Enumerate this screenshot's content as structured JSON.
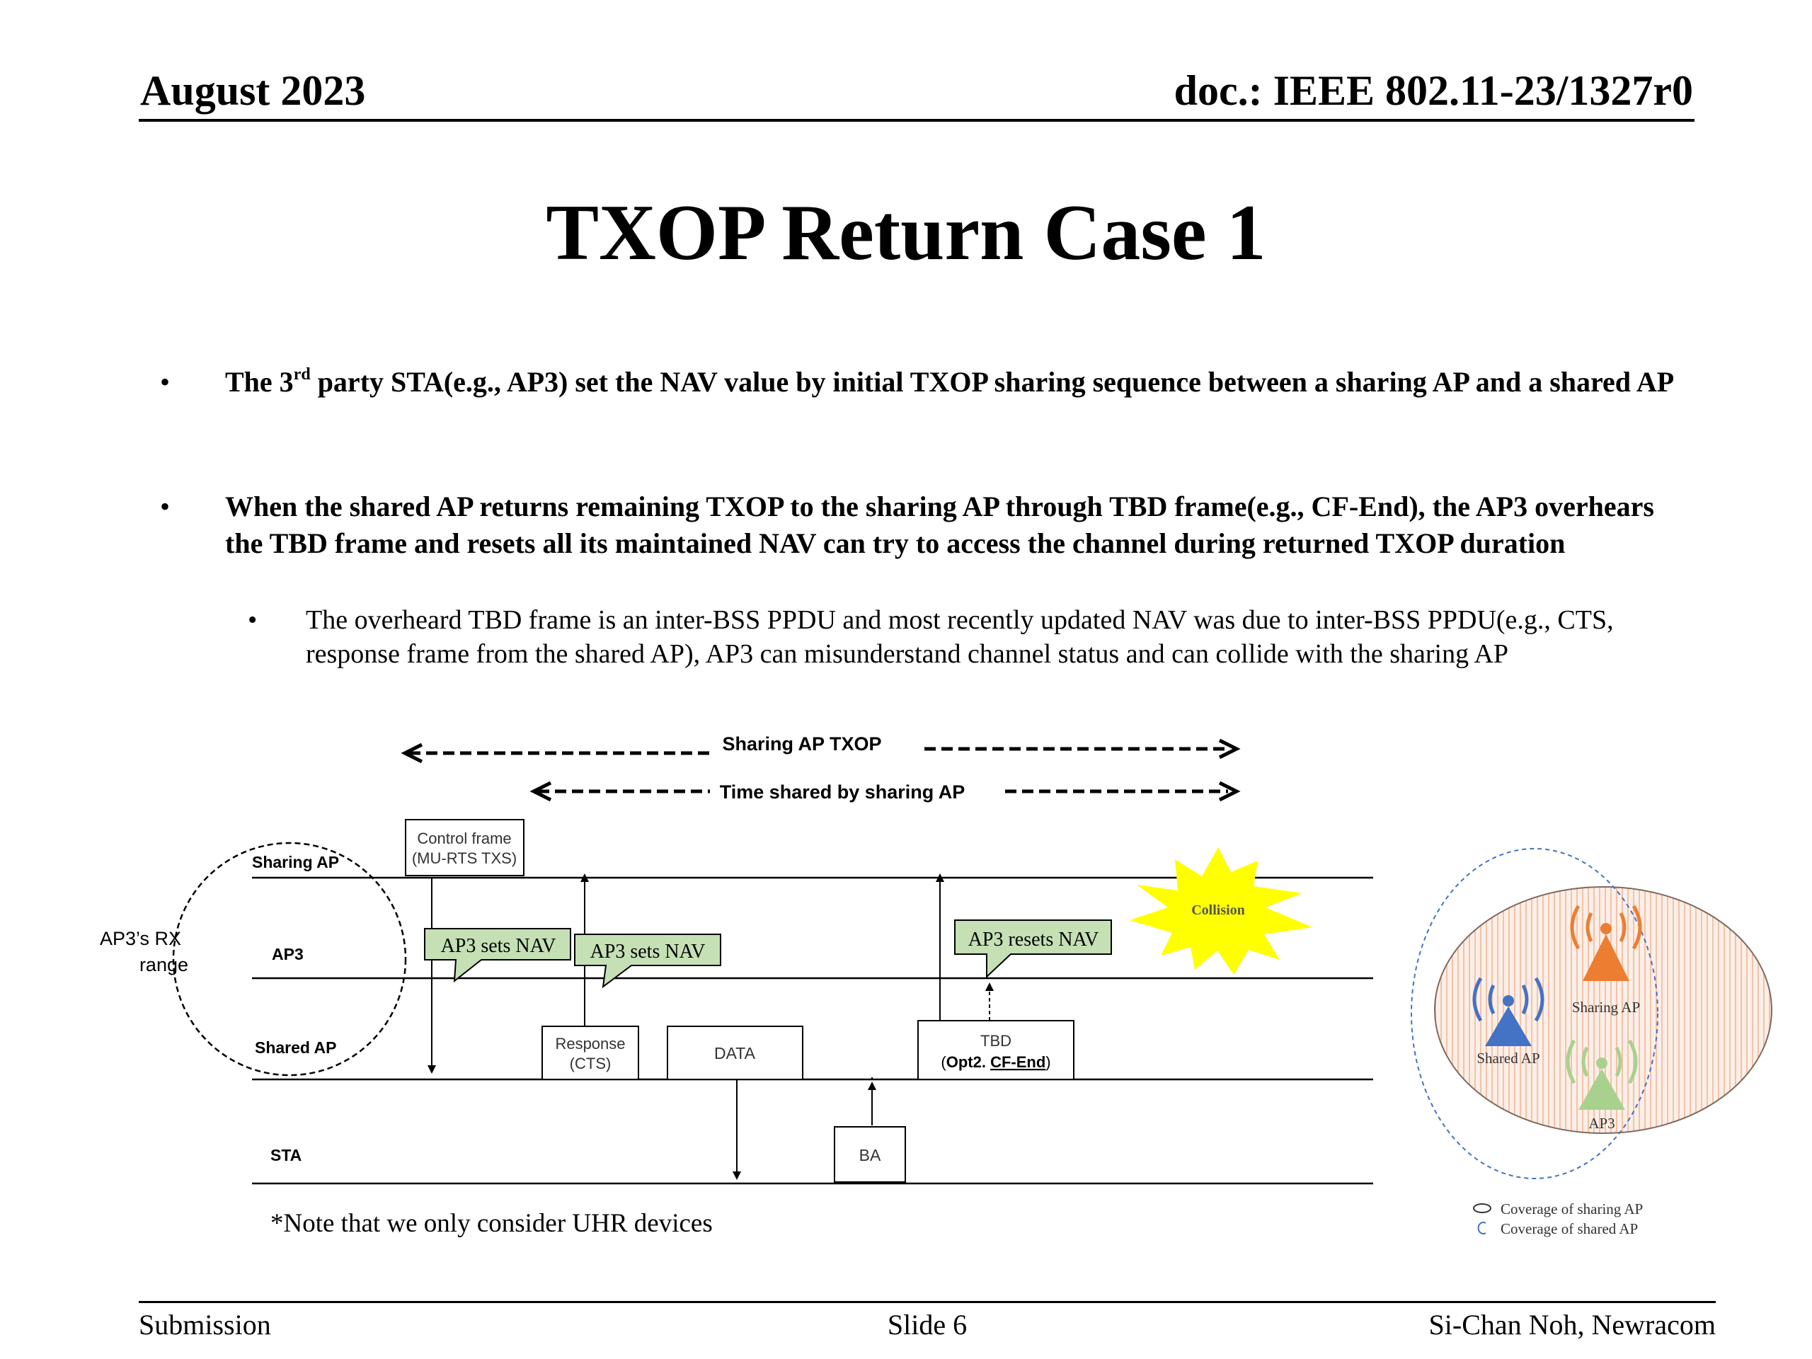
{
  "header": {
    "date": "August 2023",
    "doc": "doc.: IEEE 802.11-23/1327r0"
  },
  "title": "TXOP Return Case 1",
  "bullets": [
    {
      "pre": "The 3",
      "sup": "rd",
      "post": " party STA(e.g., AP3) set the NAV value by initial TXOP sharing sequence between a sharing AP and a shared AP"
    },
    {
      "text": "When the shared AP returns remaining TXOP to the sharing AP through TBD frame(e.g., CF-End), the AP3 overhears the TBD frame and resets all its maintained NAV can try to access the channel during returned TXOP duration"
    },
    {
      "text": "The overheard TBD frame is an inter-BSS PPDU and most recently updated NAV was due to inter-BSS PPDU(e.g., CTS, response frame from the shared AP), AP3 can misunderstand channel status and can collide with the sharing AP"
    }
  ],
  "bullet_glyph": "•",
  "diagram": {
    "sharing_txop": "Sharing AP TXOP",
    "time_shared": "Time shared by sharing AP",
    "rows": {
      "sharing_ap": "Sharing AP",
      "ap3": "AP3",
      "shared_ap": "Shared AP",
      "sta": "STA"
    },
    "rx_range_line1": "AP3’s RX",
    "rx_range_line2": "range",
    "control_frame_line1": "Control frame",
    "control_frame_line2": "(MU-RTS TXS)",
    "response_line1": "Response",
    "response_line2": "(CTS)",
    "data": "DATA",
    "ba": "BA",
    "tbd_line1": "TBD",
    "tbd_opt_prefix": "(",
    "tbd_opt": "Opt2.",
    "tbd_cfend": "CF-End",
    "tbd_opt_suffix": ")",
    "callouts": [
      "AP3 sets NAV",
      "AP3 sets NAV",
      "AP3 resets NAV"
    ],
    "collision": "Collision",
    "note": "*Note that we only consider UHR devices"
  },
  "coverage": {
    "sharing_ap": "Sharing AP",
    "shared_ap": "Shared AP",
    "ap3": "AP3",
    "legend_sharing": "Coverage of sharing AP",
    "legend_shared": "Coverage of shared AP",
    "colors": {
      "sharing": "#ed7d31",
      "shared": "#4472c4",
      "ap3": "#a9d18e",
      "callout": "#c5e0b4",
      "collision": "#ffff00"
    }
  },
  "footer": {
    "left": "Submission",
    "center": "Slide 6",
    "right": "Si-Chan Noh, Newracom"
  }
}
